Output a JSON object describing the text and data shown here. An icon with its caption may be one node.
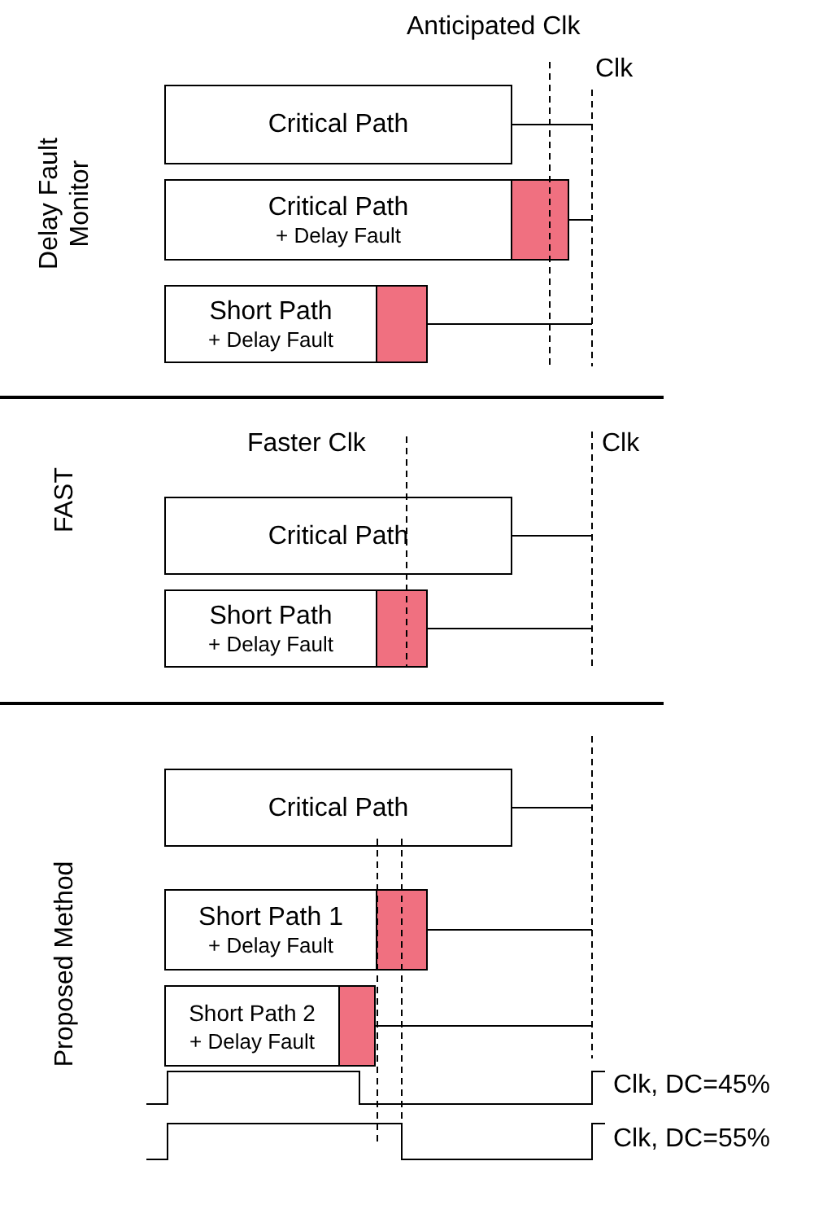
{
  "diagram": {
    "nodes": [
      {
        "text": [
          "Critical Path"
        ]
      },
      {
        "text": [
          "Critical Path",
          "+ Delay Fault"
        ]
      },
      {
        "text": [
          "Short Path",
          "+ Delay Fault"
        ]
      },
      {
        "text": [
          "Critical Path"
        ]
      },
      {
        "text": [
          "Short Path",
          "+ Delay Fault"
        ]
      },
      {
        "text": [
          "Critical Path"
        ]
      },
      {
        "text": [
          "Short Path 1",
          "+ Delay Fault"
        ]
      },
      {
        "text": [
          "Short Path 2",
          "+ Delay Fault"
        ]
      },
      {
        "text": [],
        "shape": "line"
      },
      {
        "text": [],
        "shape": "line"
      },
      {
        "text": [],
        "shape": "line"
      },
      {
        "text": [],
        "shape": "line"
      },
      {
        "text": [],
        "shape": "line"
      },
      {
        "text": [],
        "shape": "line"
      },
      {
        "text": [],
        "shape": "line"
      },
      {
        "text": [],
        "shape": "waveform",
        "beside": [
          "Clk, DC=45%"
        ]
      },
      {
        "text": [],
        "shape": "waveform",
        "beside": [
          "Clk, DC=55%"
        ]
      }
    ],
    "edges": [
      {
        "from": 0,
        "to": 9,
        "arrow": "none"
      },
      {
        "from": 1,
        "to": 9,
        "arrow": "none"
      },
      {
        "from": 2,
        "to": 9,
        "arrow": "none"
      },
      {
        "from": 3,
        "to": 11,
        "arrow": "none"
      },
      {
        "from": 4,
        "to": 11,
        "arrow": "none"
      },
      {
        "from": 5,
        "to": 14,
        "arrow": "none"
      },
      {
        "from": 6,
        "to": 14,
        "arrow": "none"
      },
      {
        "from": 7,
        "to": 14,
        "arrow": "none"
      }
    ],
    "labels": [
      "Anticipated Clk",
      "Clk",
      "Delay Fault Monitor",
      "Faster Clk",
      "Clk",
      "FAST",
      "Proposed Method"
    ]
  }
}
